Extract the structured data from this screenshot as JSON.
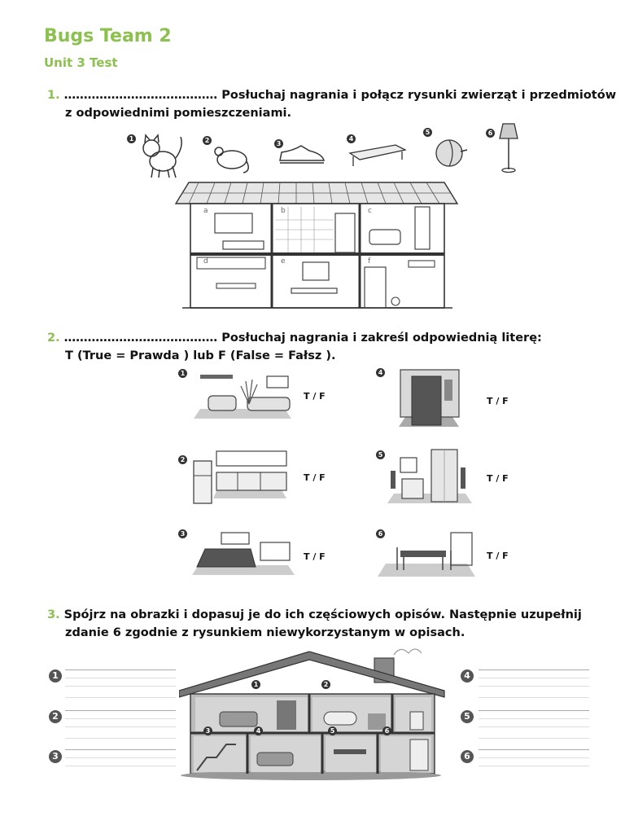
{
  "header": {
    "title": "Bugs Team 2",
    "subtitle": "Unit 3 Test"
  },
  "task1": {
    "number": "1.",
    "dots": "…………………………………",
    "line1": "Posłuchaj nagrania i połącz rysunki zwierząt i przedmiotów",
    "line2": "z odpowiednimi pomieszczeniami.",
    "item_numbers": [
      "1",
      "2",
      "3",
      "4",
      "5",
      "6"
    ],
    "item_icons": [
      "cat-icon",
      "mouse-icon",
      "shoe-icon",
      "shelf-icon",
      "ball-icon",
      "lamp-icon"
    ],
    "room_letters": [
      "a",
      "b",
      "c",
      "d",
      "e",
      "f"
    ]
  },
  "task2": {
    "number": "2.",
    "dots": "…………………………………",
    "line1": "Posłuchaj nagrania i zakreśl odpowiednią literę:",
    "line2": "T (True = Prawda ) lub F (False = Fałsz ).",
    "answer_label": "T / F",
    "item_numbers": [
      "1",
      "2",
      "3",
      "4",
      "5",
      "6"
    ]
  },
  "task3": {
    "number": "3.",
    "line1": "Spójrz na obrazki i dopasuj je do ich częściowych opisów. Następnie uzupełnij",
    "line2": "zdanie 6 zgodnie z rysunkiem niewykorzystanym w opisach.",
    "left_numbers": [
      "1",
      "2",
      "3"
    ],
    "right_numbers": [
      "4",
      "5",
      "6"
    ],
    "room_numbers": [
      "1",
      "2",
      "3",
      "4",
      "5",
      "6"
    ]
  }
}
